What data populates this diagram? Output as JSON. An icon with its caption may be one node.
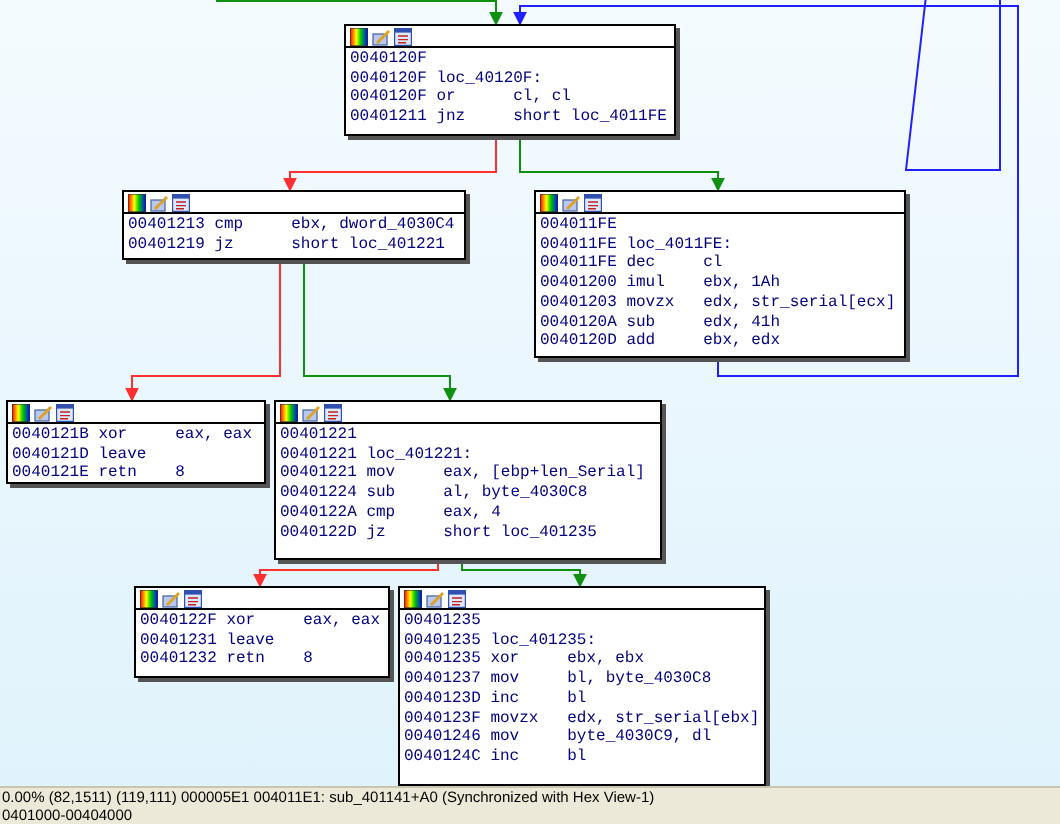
{
  "diagram": {
    "nodes": [
      {
        "text": [
          "0040120F",
          "0040120F loc_40120F:",
          "0040120F or      cl, cl",
          "00401211 jnz     short loc_4011FE"
        ]
      },
      {
        "text": [
          "00401213 cmp     ebx, dword_4030C4",
          "00401219 jz      short loc_401221"
        ]
      },
      {
        "text": [
          "004011FE",
          "004011FE loc_4011FE:",
          "004011FE dec     cl",
          "00401200 imul    ebx, 1Ah",
          "00401203 movzx   edx, str_serial[ecx]",
          "0040120A sub     edx, 41h",
          "0040120D add     ebx, edx"
        ]
      },
      {
        "text": [
          "0040121B xor     eax, eax",
          "0040121D leave",
          "0040121E retn    8"
        ]
      },
      {
        "text": [
          "00401221",
          "00401221 loc_401221:",
          "00401221 mov     eax, [ebp+len_Serial]",
          "00401224 sub     al, byte_4030C8",
          "0040122A cmp     eax, 4",
          "0040122D jz      short loc_401235"
        ]
      },
      {
        "text": [
          "0040122F xor     eax, eax",
          "00401231 leave",
          "00401232 retn    8"
        ]
      },
      {
        "text": [
          "00401235",
          "00401235 loc_401235:",
          "00401235 xor     ebx, ebx",
          "00401237 mov     bl, byte_4030C8",
          "0040123D inc     bl",
          "0040123F movzx   edx, str_serial[ebx]",
          "00401246 mov     byte_4030C9, dl",
          "0040124C inc     bl"
        ]
      }
    ],
    "edges": [
      {
        "from": 0,
        "to": 1,
        "arrow": "to",
        "color": "#ff3030"
      },
      {
        "from": 0,
        "to": 2,
        "arrow": "to",
        "color": "#109010"
      },
      {
        "from": 2,
        "to": 0,
        "arrow": "to",
        "color": "#2020ff"
      },
      {
        "from": null,
        "to": 0,
        "arrow": "to",
        "color": "#109010"
      },
      {
        "from": 1,
        "to": 3,
        "arrow": "to",
        "color": "#ff3030"
      },
      {
        "from": 1,
        "to": 4,
        "arrow": "to",
        "color": "#109010"
      },
      {
        "from": 4,
        "to": 5,
        "arrow": "to",
        "color": "#ff3030"
      },
      {
        "from": 4,
        "to": 6,
        "arrow": "to",
        "color": "#109010"
      }
    ],
    "labels": [
      "0.00% (82,1511) (119,111) 000005E1 004011E1: sub_401141+A0 (Synchronized with Hex View-1)",
      "0401000-00404000"
    ]
  }
}
